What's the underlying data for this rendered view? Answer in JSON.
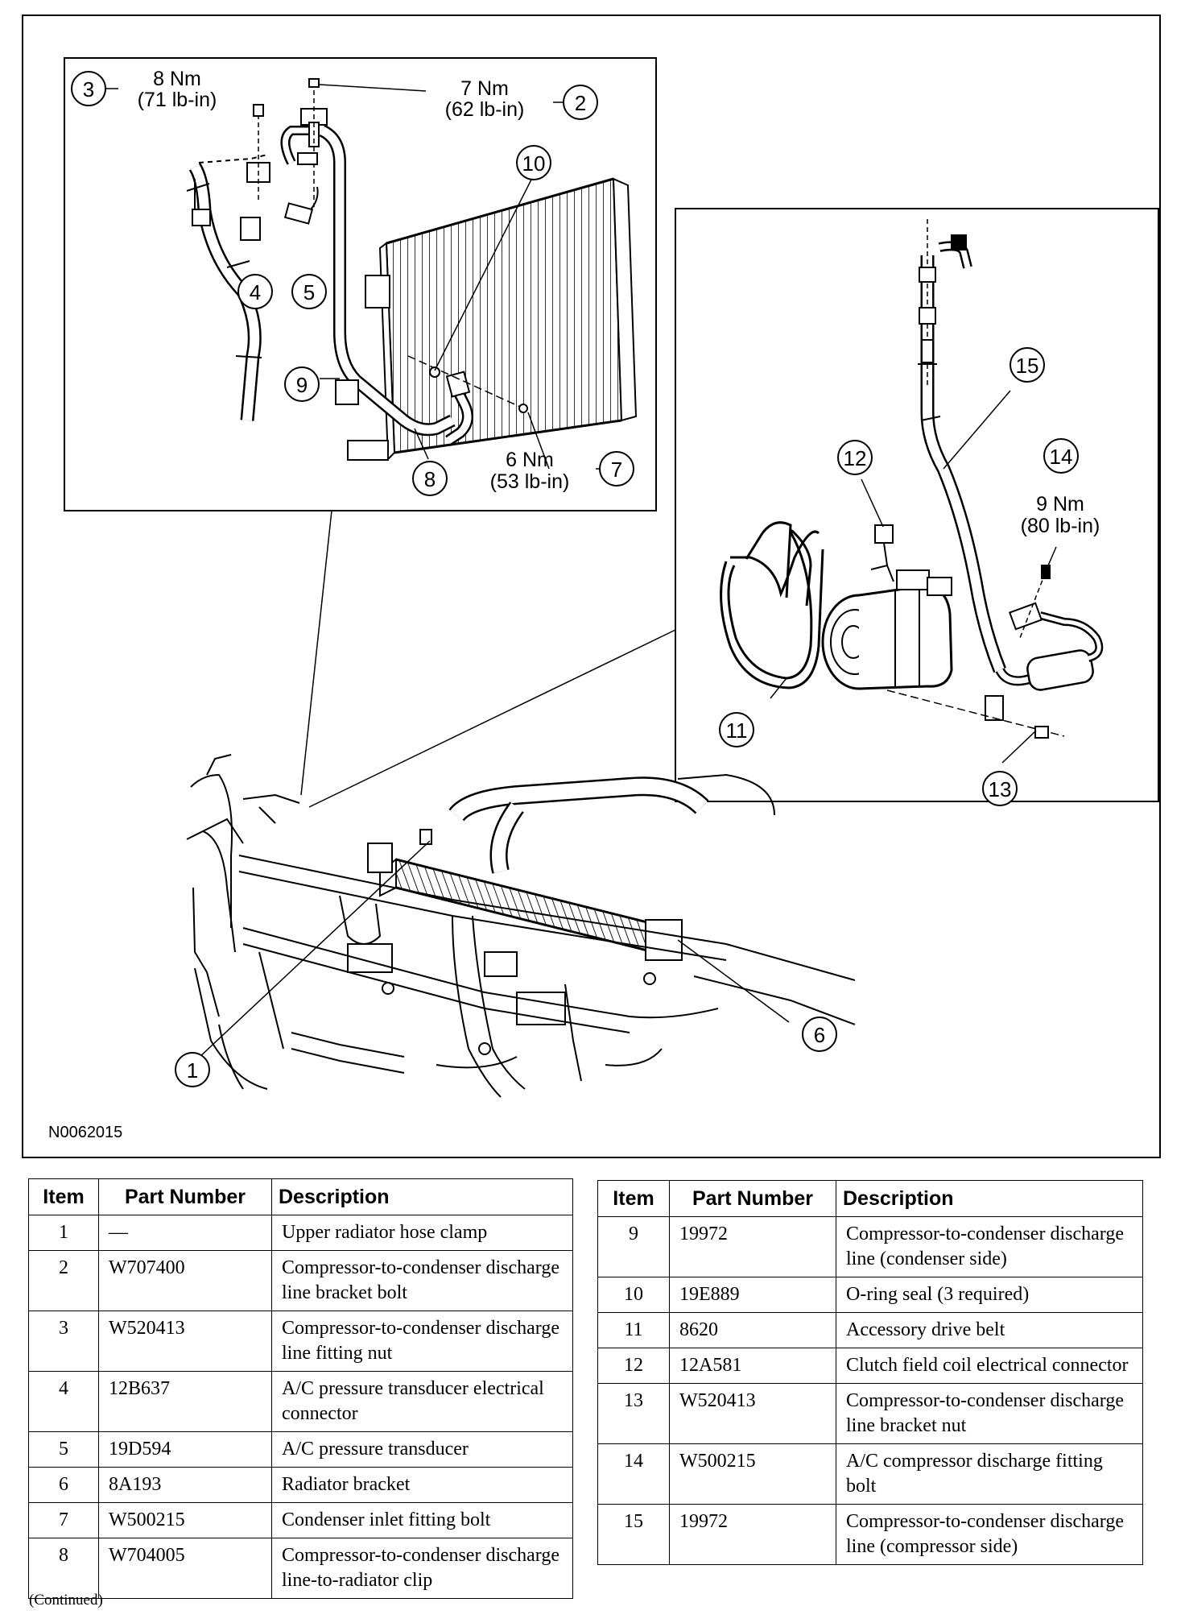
{
  "figure_code": "N0062015",
  "callouts": {
    "c1": "1",
    "c2": "2",
    "c3": "3",
    "c4": "4",
    "c5": "5",
    "c6": "6",
    "c7": "7",
    "c8": "8",
    "c9": "9",
    "c10": "10",
    "c11": "11",
    "c12": "12",
    "c13": "13",
    "c14": "14",
    "c15": "15"
  },
  "torques": {
    "t3_nm": "8 Nm",
    "t3_lb": "(71 lb-in)",
    "t2_nm": "7 Nm",
    "t2_lb": "(62 lb-in)",
    "t7_nm": "6 Nm",
    "t7_lb": "(53 lb-in)",
    "t14_nm": "9 Nm",
    "t14_lb": "(80 lb-in)"
  },
  "table_headers": {
    "item": "Item",
    "part_number": "Part Number",
    "description": "Description"
  },
  "parts_left": [
    {
      "item": "1",
      "part": "—",
      "desc": "Upper radiator hose clamp"
    },
    {
      "item": "2",
      "part": "W707400",
      "desc": "Compressor-to-condenser discharge line bracket bolt"
    },
    {
      "item": "3",
      "part": "W520413",
      "desc": "Compressor-to-condenser discharge line fitting nut"
    },
    {
      "item": "4",
      "part": "12B637",
      "desc": "A/C pressure transducer electrical connector"
    },
    {
      "item": "5",
      "part": "19D594",
      "desc": "A/C pressure transducer"
    },
    {
      "item": "6",
      "part": "8A193",
      "desc": "Radiator bracket"
    },
    {
      "item": "7",
      "part": "W500215",
      "desc": "Condenser inlet fitting bolt"
    },
    {
      "item": "8",
      "part": "W704005",
      "desc": "Compressor-to-condenser discharge line-to-radiator clip"
    }
  ],
  "parts_right": [
    {
      "item": "9",
      "part": "19972",
      "desc": "Compressor-to-condenser discharge line (condenser side)"
    },
    {
      "item": "10",
      "part": "19E889",
      "desc": "O-ring seal (3 required)"
    },
    {
      "item": "11",
      "part": "8620",
      "desc": "Accessory drive belt"
    },
    {
      "item": "12",
      "part": "12A581",
      "desc": "Clutch field coil electrical connector"
    },
    {
      "item": "13",
      "part": "W520413",
      "desc": "Compressor-to-condenser discharge line bracket nut"
    },
    {
      "item": "14",
      "part": "W500215",
      "desc": "A/C compressor discharge fitting bolt"
    },
    {
      "item": "15",
      "part": "19972",
      "desc": "Compressor-to-condenser discharge line (compressor side)"
    }
  ],
  "continued_note": "(Continued)"
}
